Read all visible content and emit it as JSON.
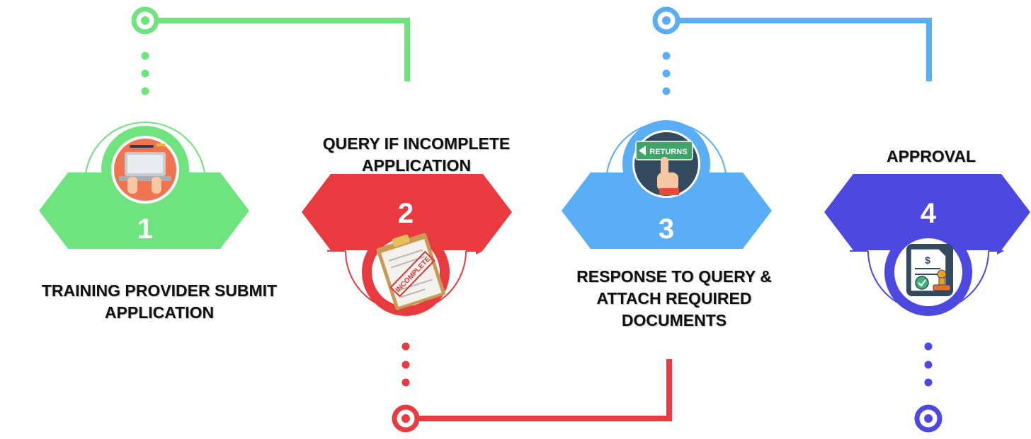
{
  "steps": [
    {
      "number": "1",
      "label_line1": "TRAINING PROVIDER SUBMIT",
      "label_line2": "APPLICATION",
      "color": "#6fe37d",
      "icon": "laptop-typing-icon"
    },
    {
      "number": "2",
      "label_line1": "QUERY IF INCOMPLETE",
      "label_line2": "APPLICATION",
      "color": "#e83a3f",
      "icon": "incomplete-clipboard-icon",
      "icon_text": "INCOMPLETE"
    },
    {
      "number": "3",
      "label_line1": "RESPONSE TO QUERY &",
      "label_line2": "ATTACH REQUIRED",
      "label_line3": "DOCUMENTS",
      "color": "#5aaef5",
      "icon": "returns-sign-hand-icon",
      "icon_text": "RETURNS"
    },
    {
      "number": "4",
      "label_line1": "APPROVAL",
      "color": "#4d49e0",
      "icon": "approved-document-stamp-icon",
      "icon_text": "$"
    }
  ]
}
